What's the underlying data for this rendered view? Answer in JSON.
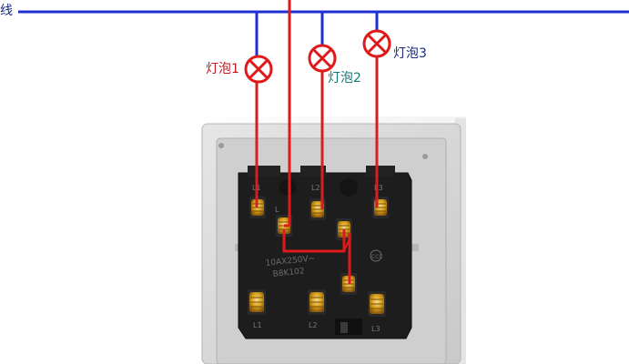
{
  "labels": {
    "neutral_line": "线",
    "bulb_1": "灯泡1",
    "bulb_2": "灯泡2",
    "bulb_3": "灯泡3"
  },
  "switch_markings": {
    "rating": "10AX250V~",
    "model": "B8K102",
    "terminals": [
      "L1",
      "L",
      "L2",
      "L3",
      "L1",
      "L2",
      "L3"
    ]
  },
  "colors": {
    "neutral_wire": "#1f2fd0",
    "live_wire": "#e01a1a",
    "bulb_lead": "#d42020",
    "label_red": "#c8141e",
    "label_teal": "#127a78",
    "label_navy": "#1a2a80",
    "plate": "#dcdcdc",
    "switch_body": "#202020",
    "terminal_brass": "#d9a31e"
  },
  "icons": [
    "lamp-symbol-icon",
    "screw-terminal-icon"
  ]
}
